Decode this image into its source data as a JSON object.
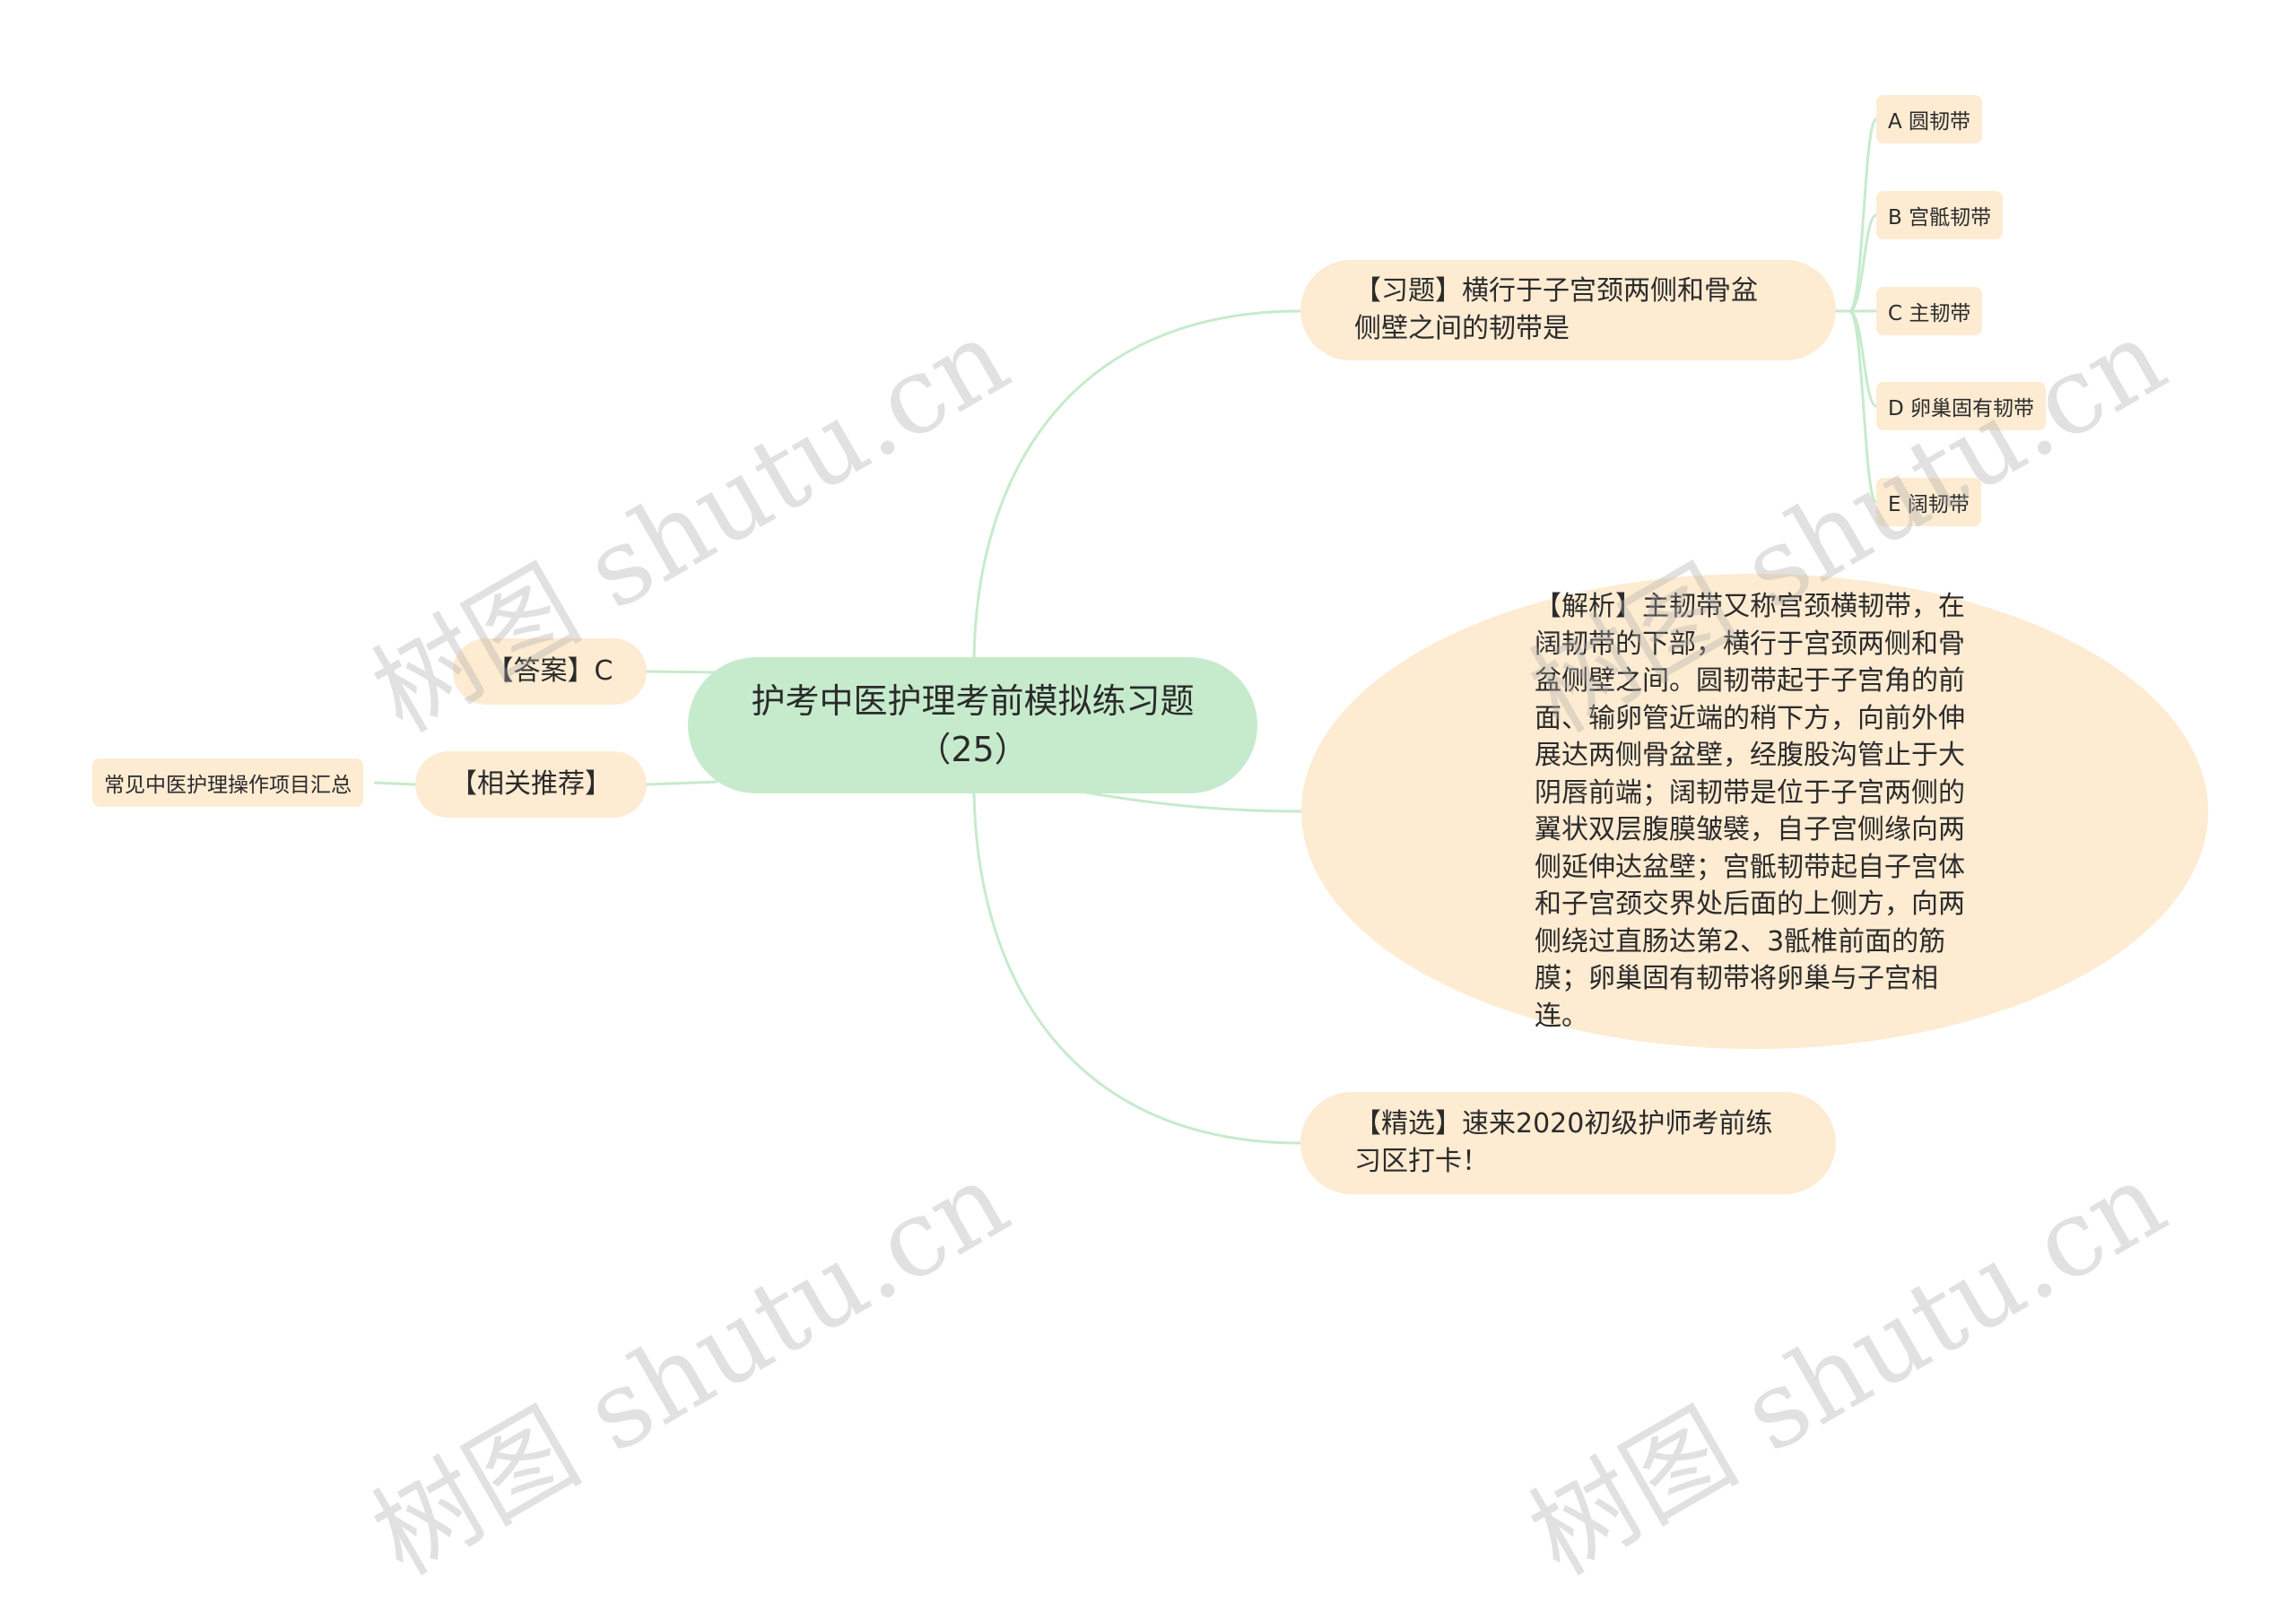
{
  "root": {
    "title": "护考中医护理考前模拟练习题（25）"
  },
  "right": {
    "question": "【习题】横行于子宫颈两侧和骨盆侧壁之间的韧带是",
    "options": [
      "A 圆韧带",
      "B 宫骶韧带",
      "C 主韧带",
      "D 卵巢固有韧带",
      "E 阔韧带"
    ],
    "analysis": "【解析】主韧带又称宫颈横韧带，在阔韧带的下部，横行于宫颈两侧和骨盆侧壁之间。圆韧带起于子宫角的前面、输卵管近端的稍下方，向前外伸展达两侧骨盆壁，经腹股沟管止于大阴唇前端；阔韧带是位于子宫两侧的翼状双层腹膜皱襞，自子宫侧缘向两侧延伸达盆壁；宫骶韧带起自子宫体和子宫颈交界处后面的上侧方，向两侧绕过直肠达第2、3骶椎前面的筋膜；卵巢固有韧带将卵巢与子宫相连。",
    "selected": "【精选】速来2020初级护师考前练习区打卡！"
  },
  "left": {
    "answer": "【答案】C",
    "recommend": "【相关推荐】",
    "recommend_child": "常见中医护理操作项目汇总"
  },
  "watermark": "树图 shutu.cn",
  "colors": {
    "root_fill": "#c6ebcc",
    "node_fill": "#fdebd2",
    "link": "#c6ebcc"
  }
}
